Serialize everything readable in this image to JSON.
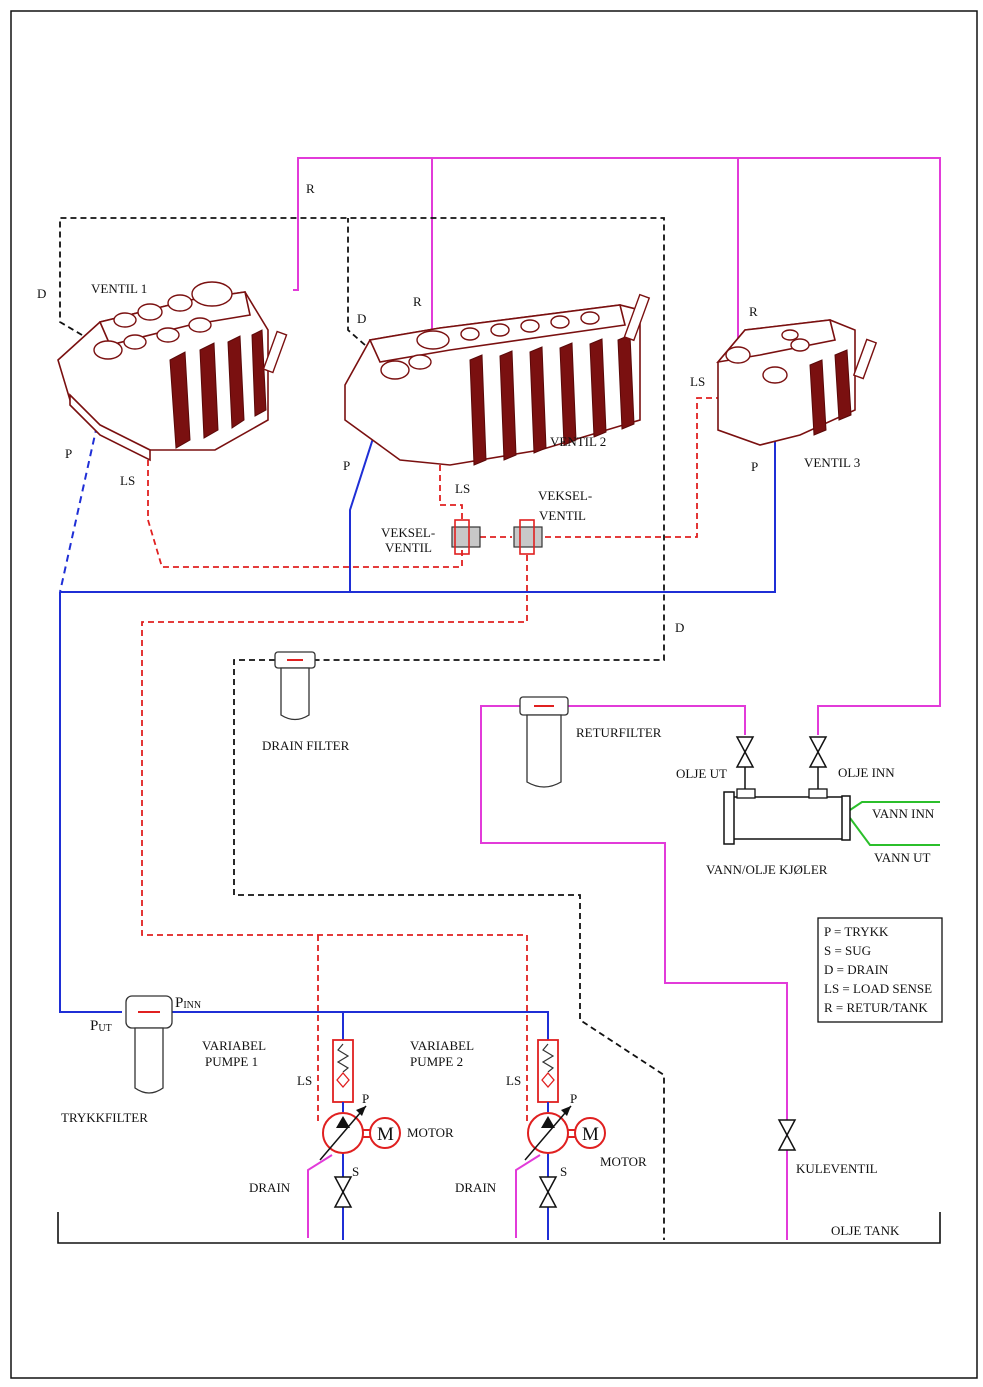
{
  "labels": {
    "r_top": "R",
    "d_left": "D",
    "ventil1": "VENTIL 1",
    "p_v1": "P",
    "ls_v1": "LS",
    "d_v2": "D",
    "r_v2": "R",
    "ventil2": "VENTIL 2",
    "p_v2": "P",
    "ls_v2": "LS",
    "r_v3": "R",
    "ls_v3": "LS",
    "p_v3": "P",
    "ventil3": "VENTIL 3",
    "veksel1_a": "VEKSEL-",
    "veksel1_b": "VENTIL",
    "veksel2_a": "VEKSEL-",
    "veksel2_b": "VENTIL",
    "d_mid": "D",
    "drain_filter": "DRAIN FILTER",
    "returfilter": "RETURFILTER",
    "olje_ut": "OLJE UT",
    "olje_inn": "OLJE INN",
    "vann_inn": "VANN INN",
    "vann_ut": "VANN UT",
    "kjoler": "VANN/OLJE KJØLER",
    "p_inn_main": "P",
    "p_inn_sub": "INN",
    "p_ut_main": "P",
    "p_ut_sub": "UT",
    "trykkfilter": "TRYKKFILTER",
    "pumpe1_a": "VARIABEL",
    "pumpe1_b": "PUMPE 1",
    "pumpe2_a": "VARIABEL",
    "pumpe2_b": "PUMPE 2",
    "ls_p1": "LS",
    "ls_p2": "LS",
    "p_p1": "P",
    "p_p2": "P",
    "s_p1": "S",
    "s_p2": "S",
    "motor1": "MOTOR",
    "motor2": "MOTOR",
    "motor_symbol": "M",
    "drain1": "DRAIN",
    "drain2": "DRAIN",
    "kuleventil": "KULEVENTIL",
    "olje_tank": "OLJE TANK"
  },
  "legend": [
    "P = TRYKK",
    "S = SUG",
    "D = DRAIN",
    "LS = LOAD SENSE",
    "R = RETUR/TANK"
  ],
  "colors": {
    "return_line": "#e23bd9",
    "pressure_line": "#1f2fd6",
    "drain_line": "#111111",
    "load_sense_line": "#e02020",
    "water_line": "#2bbf2b",
    "valve_body": "#7a1010"
  }
}
